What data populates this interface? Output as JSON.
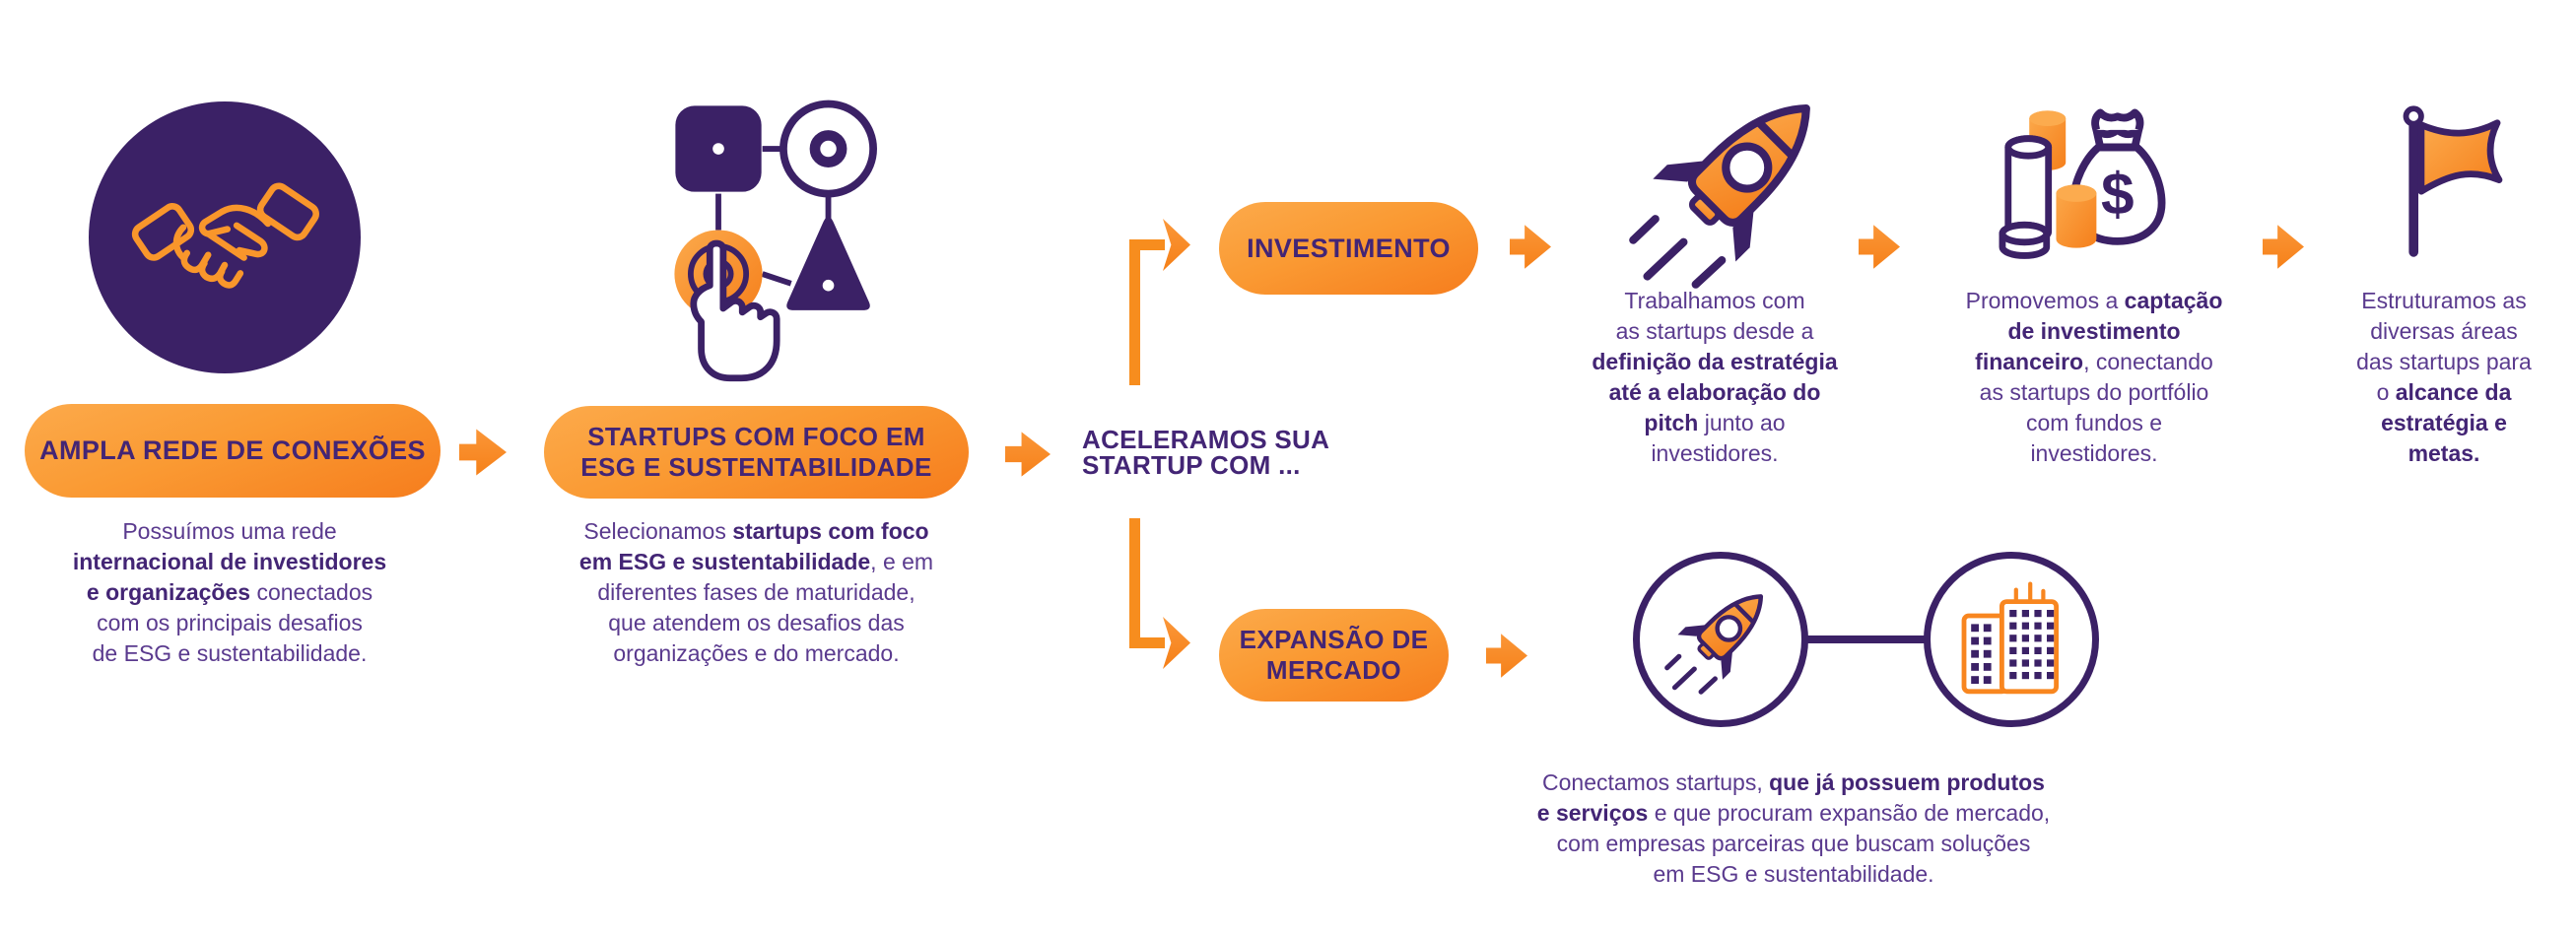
{
  "colors": {
    "background": "#ffffff",
    "purple_dark": "#3b2166",
    "purple_heading": "#432575",
    "purple_body": "#5a3a8e",
    "orange_light": "#fca94c",
    "orange_deep": "#f57f17",
    "arrow_orange": "#f78d1e"
  },
  "icons": {
    "handshake": "handshake-icon",
    "workflow_touch": "process-touch-icon",
    "rocket": "rocket-icon",
    "money": "funding-money-bag-icon",
    "flag": "goal-flag-icon",
    "buildings": "company-buildings-icon",
    "flow_arrow": "flow-arrow-icon"
  },
  "pills": {
    "ampla": "AMPLA REDE DE CONEXÕES",
    "startups": "STARTUPS COM FOCO EM\nESG E SUSTENTABILIDADE",
    "investimento": "INVESTIMENTO",
    "expansao": "EXPANSÃO DE\nMERCADO"
  },
  "connector": {
    "label": "ACELERAMOS SUA\nSTARTUP COM ..."
  },
  "paragraphs": {
    "network": [
      [
        {
          "t": "Possuímos uma rede"
        }
      ],
      [
        {
          "t": "internacional de investidores",
          "b": true
        }
      ],
      [
        {
          "t": "e organizações",
          "b": true
        },
        {
          "t": " conectados"
        }
      ],
      [
        {
          "t": "com os principais desafios"
        }
      ],
      [
        {
          "t": "de ESG e sustentabilidade."
        }
      ]
    ],
    "startups": [
      [
        {
          "t": "Selecionamos "
        },
        {
          "t": "startups com foco",
          "b": true
        }
      ],
      [
        {
          "t": "em ESG e sustentabilidade",
          "b": true
        },
        {
          "t": ", e em"
        }
      ],
      [
        {
          "t": "diferentes fases de maturidade,"
        }
      ],
      [
        {
          "t": "que atendem os desafios das"
        }
      ],
      [
        {
          "t": "organizações e do mercado."
        }
      ]
    ],
    "invest_work": [
      [
        {
          "t": "Trabalhamos com"
        }
      ],
      [
        {
          "t": "as startups desde a"
        }
      ],
      [
        {
          "t": "definição da estratégia",
          "b": true
        }
      ],
      [
        {
          "t": "até a elaboração do",
          "b": true
        }
      ],
      [
        {
          "t": "pitch",
          "b": true
        },
        {
          "t": " junto ao"
        }
      ],
      [
        {
          "t": "investidores."
        }
      ]
    ],
    "invest_fund": [
      [
        {
          "t": "Promovemos a "
        },
        {
          "t": "captação",
          "b": true
        }
      ],
      [
        {
          "t": "de investimento",
          "b": true
        }
      ],
      [
        {
          "t": "financeiro",
          "b": true
        },
        {
          "t": ", conectando"
        }
      ],
      [
        {
          "t": "as startups do portfólio"
        }
      ],
      [
        {
          "t": "com fundos e"
        }
      ],
      [
        {
          "t": "investidores."
        }
      ]
    ],
    "invest_struct": [
      [
        {
          "t": "Estruturamos as"
        }
      ],
      [
        {
          "t": "diversas áreas"
        }
      ],
      [
        {
          "t": "das startups para"
        }
      ],
      [
        {
          "t": "o "
        },
        {
          "t": "alcance da",
          "b": true
        }
      ],
      [
        {
          "t": "estratégia e",
          "b": true
        }
      ],
      [
        {
          "t": "metas.",
          "b": true
        }
      ]
    ],
    "expansion": [
      [
        {
          "t": "Conectamos startups, "
        },
        {
          "t": "que já possuem produtos",
          "b": true
        }
      ],
      [
        {
          "t": "e serviços",
          "b": true
        },
        {
          "t": " e que procuram expansão de mercado,"
        }
      ],
      [
        {
          "t": "com empresas parceiras que buscam soluções"
        }
      ],
      [
        {
          "t": "em ESG e sustentabilidade."
        }
      ]
    ]
  }
}
